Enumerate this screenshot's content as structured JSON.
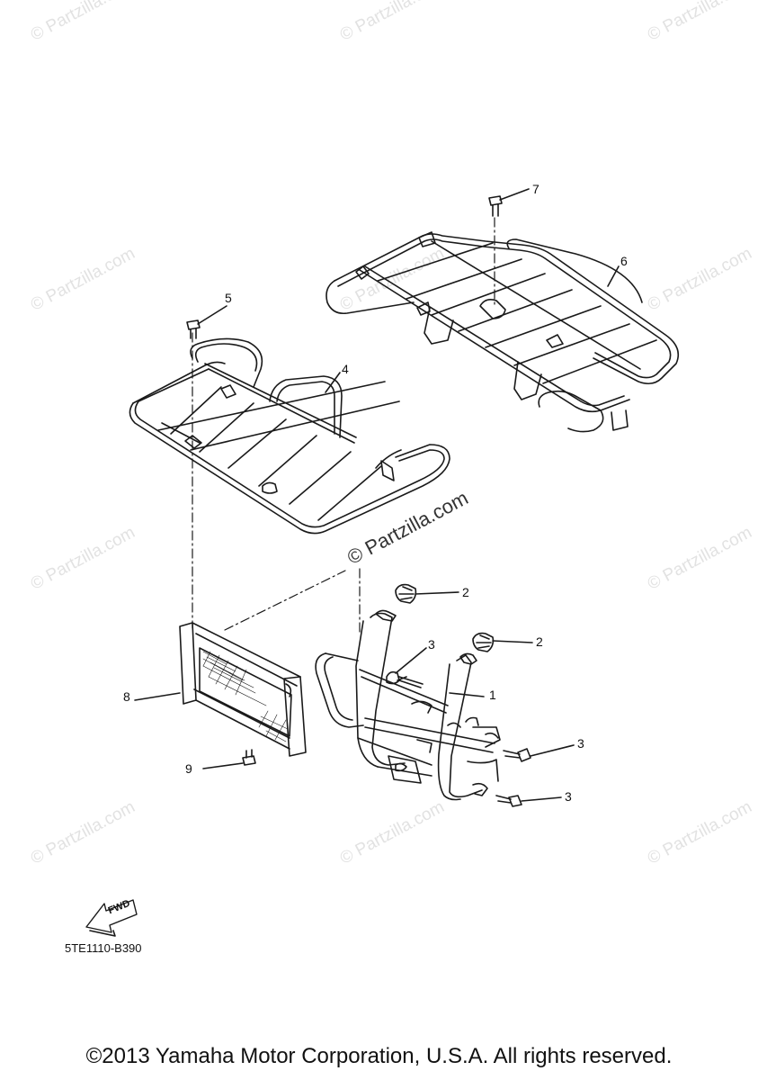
{
  "watermark": {
    "text": "© Partzilla.com"
  },
  "center_watermark": {
    "text": "© Partzilla.com"
  },
  "callouts": {
    "c1": "1",
    "c2a": "2",
    "c2b": "2",
    "c3a": "3",
    "c3b": "3",
    "c3c": "3",
    "c4": "4",
    "c5": "5",
    "c6": "6",
    "c7": "7",
    "c8": "8",
    "c9": "9"
  },
  "fwd_label": "FWD",
  "diagram_code": "5TE1110-B390",
  "copyright": "©2013 Yamaha Motor Corporation, U.S.A. All rights reserved.",
  "colors": {
    "line": "#1a1a1a",
    "watermark": "#e2e2e2",
    "background": "#ffffff"
  }
}
